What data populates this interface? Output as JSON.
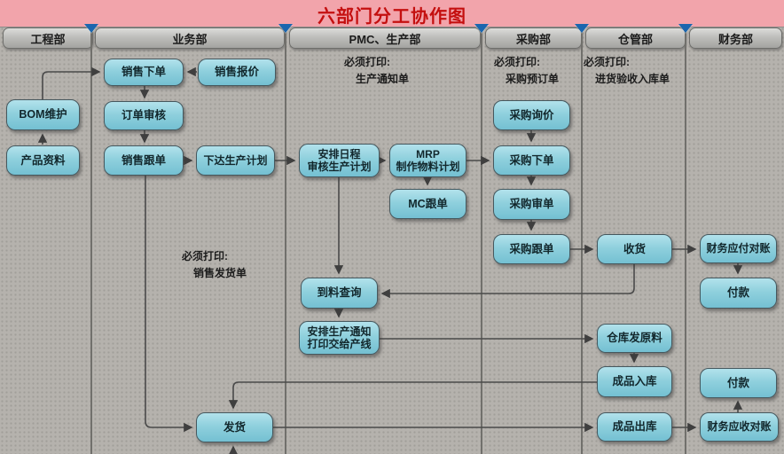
{
  "title": "六部门分工协作图",
  "departments": [
    {
      "label": "工程部"
    },
    {
      "label": "业务部"
    },
    {
      "label": "PMC、生产部"
    },
    {
      "label": "采购部"
    },
    {
      "label": "仓管部"
    },
    {
      "label": "财务部"
    }
  ],
  "nodes": {
    "bom": {
      "label": "BOM维护"
    },
    "product_data": {
      "label": "产品资料"
    },
    "sales_order": {
      "label": "销售下单"
    },
    "sales_quote": {
      "label": "销售报价"
    },
    "order_review": {
      "label": "订单审核"
    },
    "sales_follow": {
      "label": "销售跟单"
    },
    "issue_plan": {
      "label": "下达生产计划"
    },
    "schedule": {
      "line1": "安排日程",
      "line2": "审核生产计划"
    },
    "mrp": {
      "line1": "MRP",
      "line2": "制作物料计划"
    },
    "mc_follow": {
      "label": "MC跟单"
    },
    "arrival_query": {
      "label": "到料查询"
    },
    "production_notice": {
      "line1": "安排生产通知",
      "line2": "打印交给产线"
    },
    "purchase_inquiry": {
      "label": "采购询价"
    },
    "purchase_order": {
      "label": "采购下单"
    },
    "purchase_review": {
      "label": "采购审单"
    },
    "purchase_follow": {
      "label": "采购跟单"
    },
    "receive_goods": {
      "label": "收货"
    },
    "warehouse_issue": {
      "label": "仓库发原料"
    },
    "finished_in": {
      "label": "成品入库"
    },
    "finished_out": {
      "label": "成品出库"
    },
    "ship": {
      "label": "发货"
    },
    "ap_recon": {
      "label": "财务应付对账"
    },
    "payment_ap": {
      "label": "付款"
    },
    "payment_ar": {
      "label": "付款"
    },
    "ar_recon": {
      "label": "财务应收对账"
    }
  },
  "notes": {
    "pmc": {
      "line1": "必须打印:",
      "line2": "生产通知单"
    },
    "purchase": {
      "line1": "必须打印:",
      "line2": "采购预订单"
    },
    "warehouse": {
      "line1": "必须打印:",
      "line2": "进货验收入库单"
    },
    "sales": {
      "line1": "必须打印:",
      "line2": "销售发货单"
    }
  },
  "colors": {
    "banner_pink": "#f2a4ab",
    "title_red": "#c40f0f",
    "node_teal": "#8fd0dd",
    "tab_gray": "#bebebb",
    "background_gray": "#b5b2ad",
    "wire_gray": "#4a4a4a",
    "triangle_blue": "#1b66ae"
  }
}
